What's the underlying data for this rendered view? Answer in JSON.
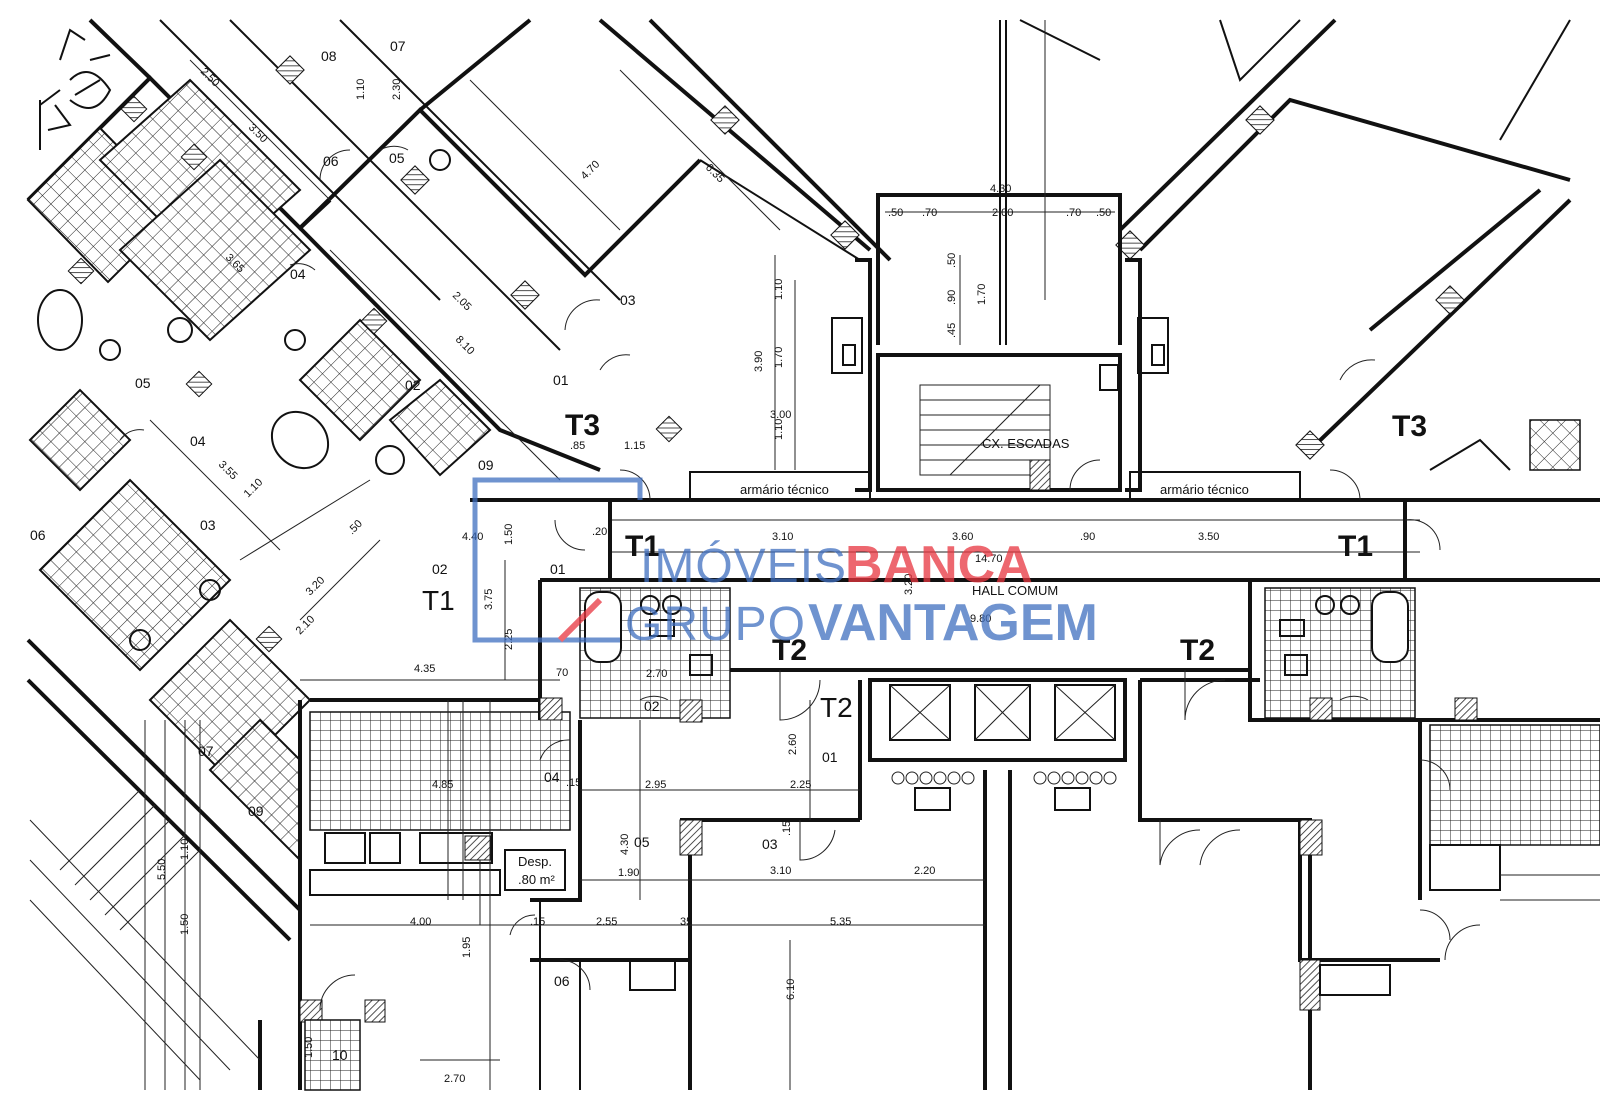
{
  "labels": {
    "cx_escadas": "CX. ESCADAS",
    "hall_comum": "HALL COMUM",
    "armario_tecnico_left": "armário técnico",
    "armario_tecnico_right": "armário técnico",
    "desp": "Desp.",
    "desp_area": ".80 m²"
  },
  "units": {
    "t3_left": "T3",
    "t3_right": "T3",
    "t1_left_bold": "T1",
    "t1_right_bold": "T1",
    "t1_left_room": "T1",
    "t2_left": "T2",
    "t2_right": "T2",
    "t2_lower": "T2"
  },
  "rooms": {
    "r01_top": "01",
    "r03_top": "03",
    "r09": "09",
    "r02_t1": "02",
    "r01_t1": "01",
    "r02_bath": "02",
    "r04": "04",
    "r05": "05",
    "r01_t2": "01",
    "r03_t2": "03",
    "r06": "06",
    "r10": "10",
    "r08": "08",
    "r07": "07",
    "r06_top": "06",
    "r05_top": "05",
    "r04_diag": "04",
    "r02_diag": "02",
    "r03_diag": "03",
    "r05_diag": "05",
    "r04_diag2": "04",
    "r06_left": "06",
    "r07_lower": "07",
    "r09_lower": "09"
  },
  "dims": {
    "d_430top": "4.30",
    "d_50a": ".50",
    "d_70a": ".70",
    "d_200": "2.00",
    "d_70b": ".70",
    "d_50b": ".50",
    "d_50v": ".50",
    "d_90v": ".90",
    "d_45v": ".45",
    "d_170v": "1.70",
    "d_110v": "1.10",
    "d_170v2": "1.70",
    "d_390v": "3.90",
    "d_300": "3.00",
    "d_110v2": "1.10",
    "d_85": ".85",
    "d_115": "1.15",
    "d_440": "4.40",
    "d_150v": "1.50",
    "d_310": "3.10",
    "d_360": "3.60",
    "d_90": ".90",
    "d_350": "3.50",
    "d_1470": "14.70",
    "d_320v": "3.20",
    "d_980": "9.80",
    "d_375v": "3.75",
    "d_225v": "2.25",
    "d_435": "4.35",
    "d_70c": "70",
    "d_270": "2.70",
    "d_260v": "2.60",
    "d_295": "2.95",
    "d_225": "2.25",
    "d_485": "4.85",
    "d_430v": "4.30",
    "d_190": "1.90",
    "d_310b": "3.10",
    "d_220": "2.20",
    "d_400": "4.00",
    "d_255": "2.55",
    "d_35": "35",
    "d_535": "5.35",
    "d_610v": "6.10",
    "d_195v": "1.95",
    "d_270b": "2.70",
    "d_150v2": "1.50",
    "d_550v": "5.50",
    "d_110v3": "1.10",
    "d_150v3": "1.50",
    "d_320diag": "3.20",
    "d_210diag": "2.10",
    "d_470diag": "4.70",
    "d_635diag": "6.35",
    "d_350diag": "3.50",
    "d_250diag": "2.50",
    "d_810diag": "8.10",
    "d_205diag": "2.05",
    "d_110top": "1.10",
    "d_230top": "2.30",
    "d_365diag": "3.65",
    "d_355diag": "3.55",
    "d_110diag": "1.10",
    "d_15a": ".15",
    "d_15b": ".15",
    "d_15c": ".15",
    "d_20": ".20",
    "d_50c": ".50"
  },
  "watermark": {
    "line1_light": "IMÓVEIS",
    "line1_bold": "BANCA",
    "line2_light": "GRUPO",
    "line2_bold": "VANTAGEM",
    "color_red": "#e8353f",
    "color_blue": "#3f6fc0"
  }
}
